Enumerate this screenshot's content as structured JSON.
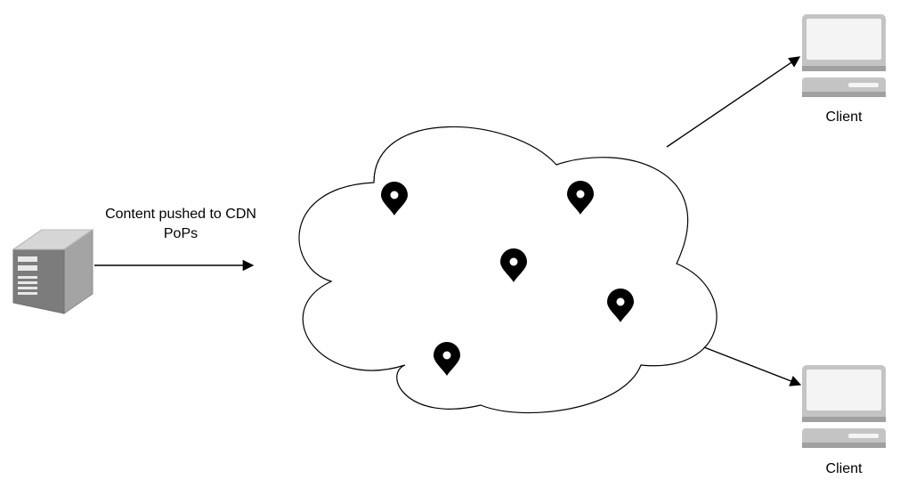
{
  "diagram": {
    "edge_label": "Content pushed to CDN PoPs",
    "clients": [
      {
        "label": "Client",
        "icon": "desktop-computer-icon"
      },
      {
        "label": "Client",
        "icon": "desktop-computer-icon"
      }
    ],
    "server": {
      "icon": "server-tower-icon"
    },
    "network": {
      "icon": "cloud-shape",
      "pop_icon": "map-pin-icon",
      "pop_count": 5
    }
  },
  "colors": {
    "stroke": "#000000",
    "device_gray": "#c6c6c6",
    "device_dark": "#9a9a9a",
    "screen": "#f2f2f2",
    "server_front": "#7f7f7f",
    "server_side": "#a8a8a8",
    "server_top": "#d0d0d0"
  }
}
